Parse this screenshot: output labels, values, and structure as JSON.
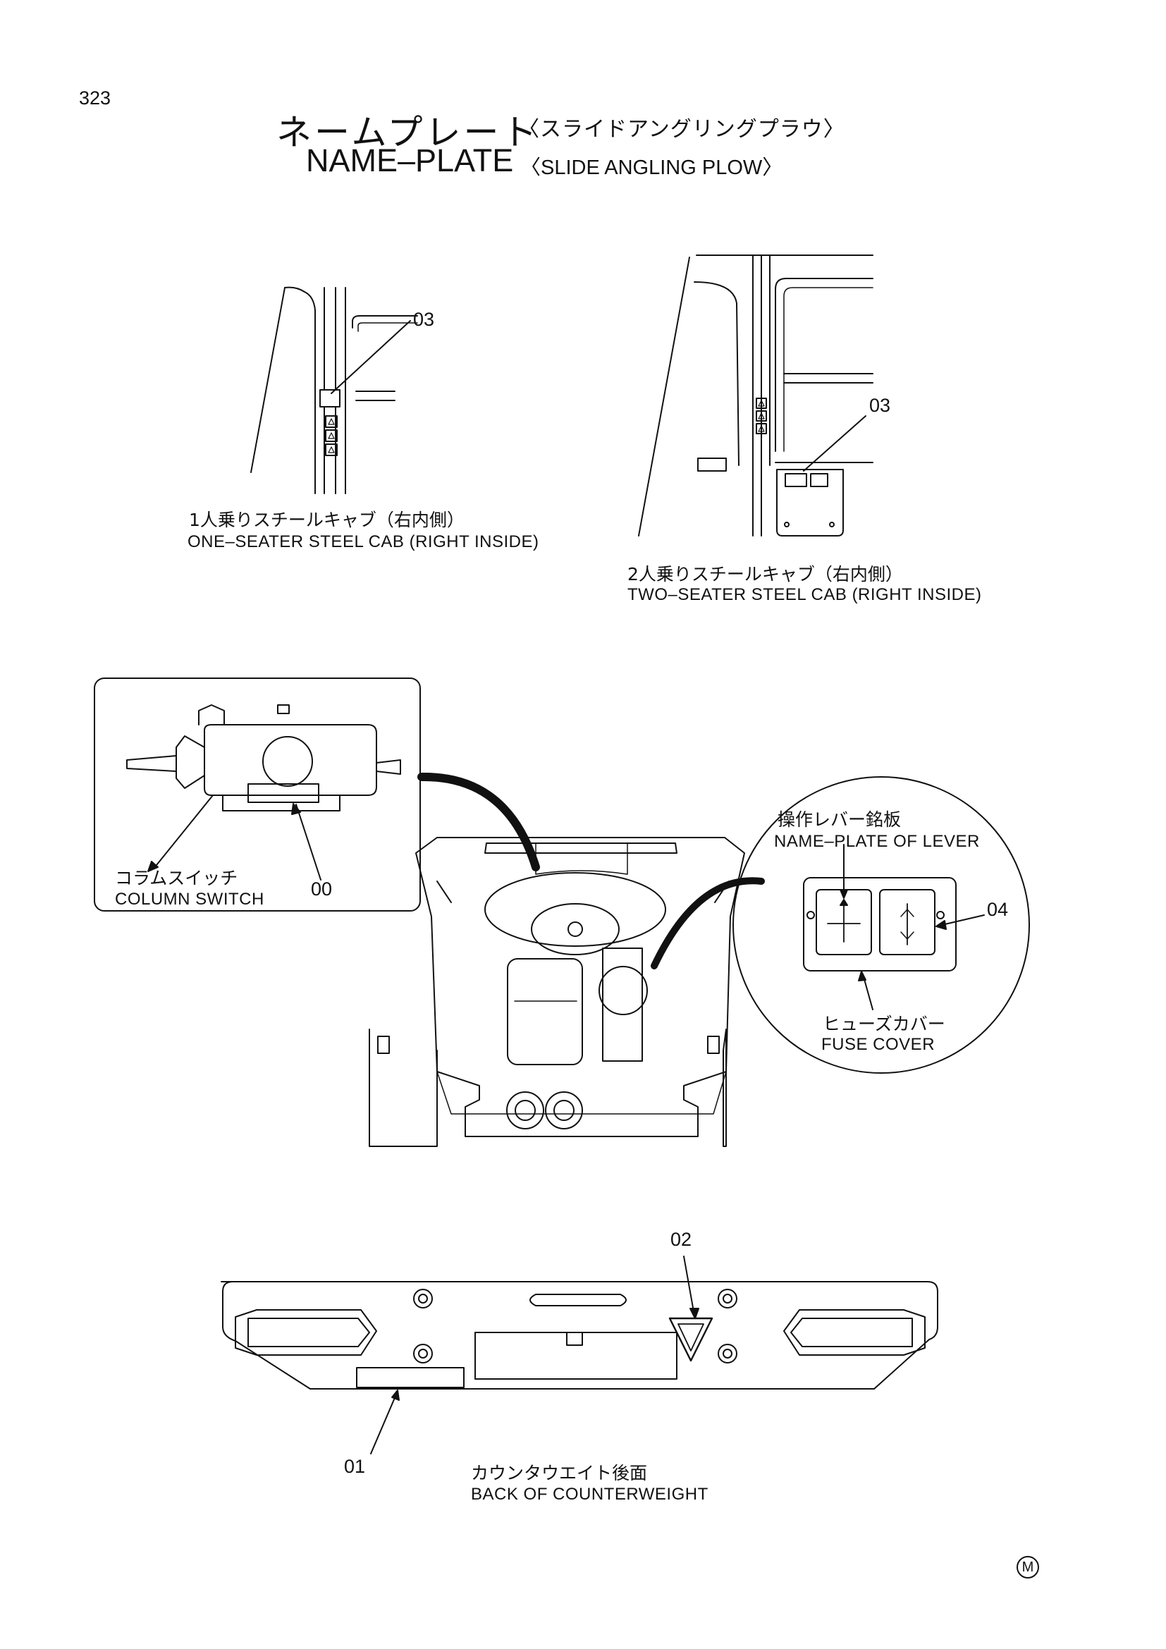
{
  "page_number": "323",
  "title": {
    "jp": "ネームプレート",
    "jp_sub": "〈スライドアングリングプラウ〉",
    "en": "NAME–PLATE",
    "en_sub": "〈SLIDE ANGLING PLOW〉"
  },
  "views": {
    "one_seater": {
      "callout": "03",
      "label_jp": "1人乗りスチールキャブ（右内側）",
      "label_en": "ONE–SEATER STEEL CAB (RIGHT INSIDE)"
    },
    "two_seater": {
      "callout": "03",
      "label_jp": "2人乗りスチールキャブ（右内側）",
      "label_en": "TWO–SEATER STEEL CAB (RIGHT INSIDE)"
    },
    "column_switch": {
      "callout": "00",
      "label_jp": "コラムスイッチ",
      "label_en": "COLUMN SWITCH"
    },
    "lever_detail": {
      "title_jp": "操作レバー銘板",
      "title_en": "NAME–PLATE OF LEVER",
      "callout": "04",
      "fuse_jp": "ヒューズカバー",
      "fuse_en": "FUSE COVER"
    },
    "counterweight": {
      "callout_plate": "01",
      "callout_triangle": "02",
      "label_jp": "カウンタウエイト後面",
      "label_en": "BACK OF COUNTERWEIGHT"
    }
  },
  "mark": "M"
}
